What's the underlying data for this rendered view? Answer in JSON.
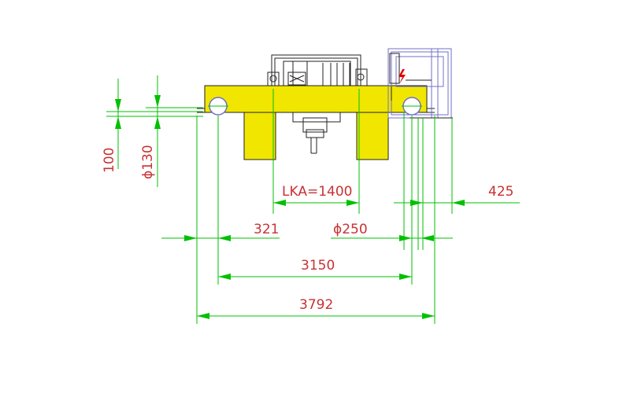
{
  "drawing": {
    "colors": {
      "beam": "#f0e600",
      "dimension_line": "#00c000",
      "dimension_text": "#c83232",
      "outline": "#222222",
      "hoist_frame": "#7070c8",
      "warning": "#e00000"
    },
    "dimensions": {
      "height": "100",
      "pin_diameter": "ϕ130",
      "lka": "LKA=1400",
      "offset_left": "321",
      "wheel_diameter": "ϕ250",
      "offset_right": "425",
      "wheel_span": "3150",
      "overall_width": "3792"
    },
    "icons": {
      "warning": "lightning-warning-icon"
    }
  }
}
